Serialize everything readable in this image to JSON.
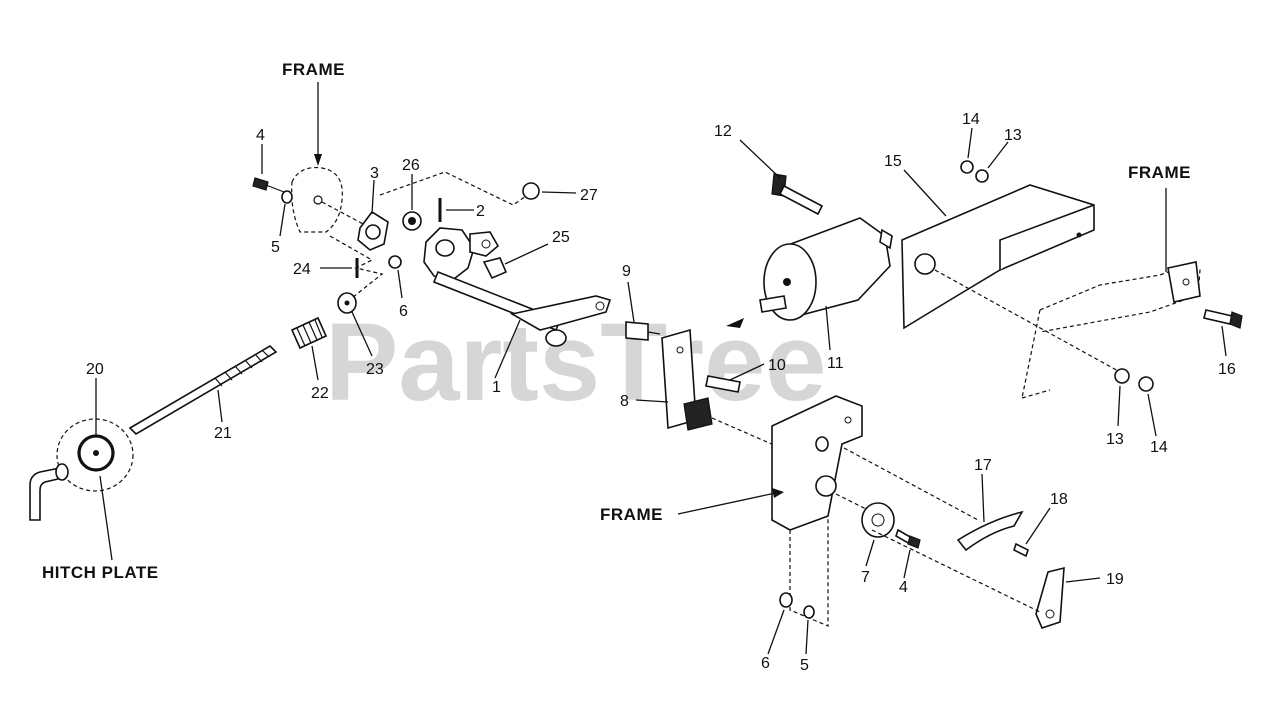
{
  "watermark": {
    "text": "PartsTree",
    "mark": "™"
  },
  "labels": {
    "frame_top_left": "FRAME",
    "frame_top_right": "FRAME",
    "frame_center": "FRAME",
    "hitch_plate": "HITCH PLATE"
  },
  "callouts": {
    "c1": "1",
    "c2": "2",
    "c3": "3",
    "c4a": "4",
    "c4b": "4",
    "c5a": "5",
    "c5b": "5",
    "c6a": "6",
    "c6b": "6",
    "c7": "7",
    "c8": "8",
    "c9": "9",
    "c10": "10",
    "c11": "11",
    "c12": "12",
    "c13a": "13",
    "c13b": "13",
    "c14a": "14",
    "c14b": "14",
    "c15": "15",
    "c16": "16",
    "c17": "17",
    "c18": "18",
    "c19": "19",
    "c20": "20",
    "c21": "21",
    "c22": "22",
    "c23": "23",
    "c24": "24",
    "c25": "25",
    "c26": "26",
    "c27": "27"
  }
}
